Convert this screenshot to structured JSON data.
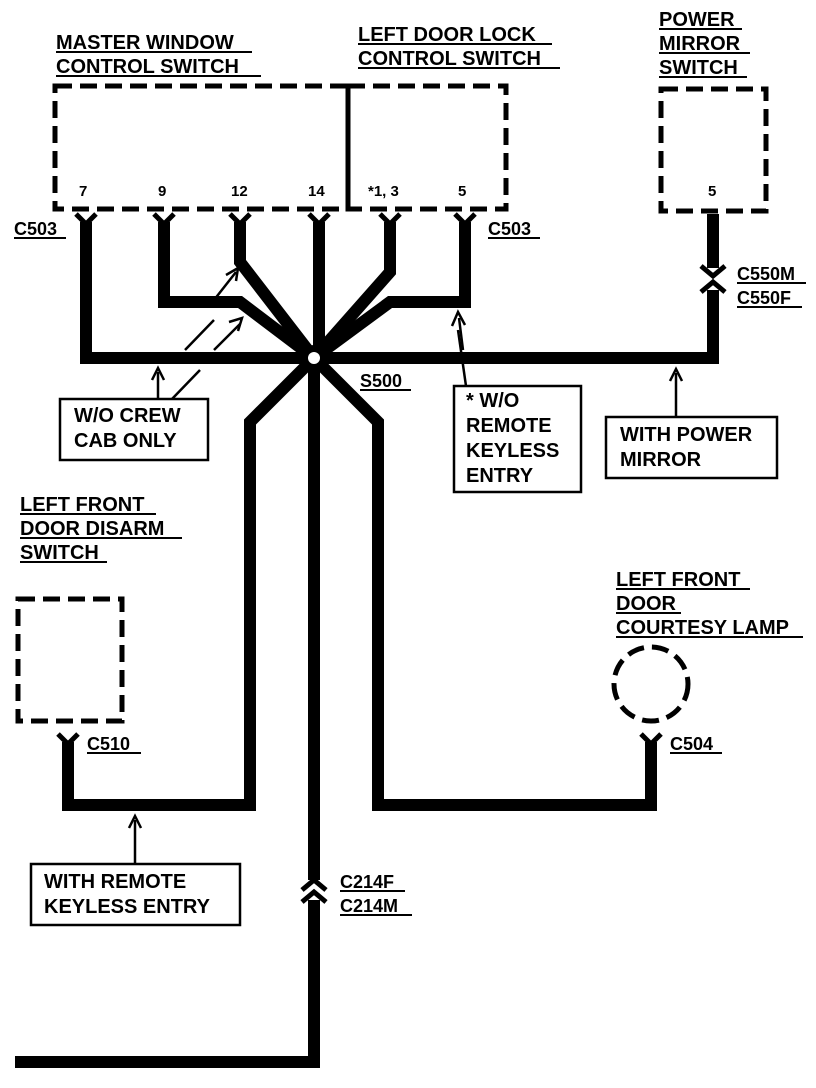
{
  "components": {
    "master_window_switch": {
      "line1": "MASTER WINDOW",
      "line2": "CONTROL SWITCH"
    },
    "left_door_lock_switch": {
      "line1": "LEFT DOOR LOCK",
      "line2": "CONTROL SWITCH"
    },
    "power_mirror_switch": {
      "line1": "POWER",
      "line2": "MIRROR",
      "line3": "SWITCH"
    },
    "left_front_door_disarm_switch": {
      "line1": "LEFT FRONT",
      "line2": "DOOR DISARM",
      "line3": "SWITCH"
    },
    "left_front_door_courtesy_lamp": {
      "line1": "LEFT FRONT",
      "line2": "DOOR",
      "line3": "COURTESY LAMP"
    }
  },
  "pins": {
    "master": [
      "7",
      "9",
      "12",
      "14"
    ],
    "lock": [
      "*1, 3",
      "5"
    ],
    "mirror": "5"
  },
  "connectors": {
    "c503_left": "C503",
    "c503_right": "C503",
    "c550m": "C550M",
    "c550f": "C550F",
    "splice": "S500",
    "c510": "C510",
    "c504": "C504",
    "c214f": "C214F",
    "c214m": "C214M"
  },
  "notes": {
    "crew_cab": {
      "line1": "W/O CREW",
      "line2": "CAB ONLY"
    },
    "keyless": {
      "line1": "* W/O",
      "line2": "REMOTE",
      "line3": "KEYLESS",
      "line4": "ENTRY"
    },
    "power_mirror": {
      "line1": "WITH POWER",
      "line2": "MIRROR"
    },
    "remote_keyless": {
      "line1": "WITH REMOTE",
      "line2": "KEYLESS ENTRY"
    }
  }
}
